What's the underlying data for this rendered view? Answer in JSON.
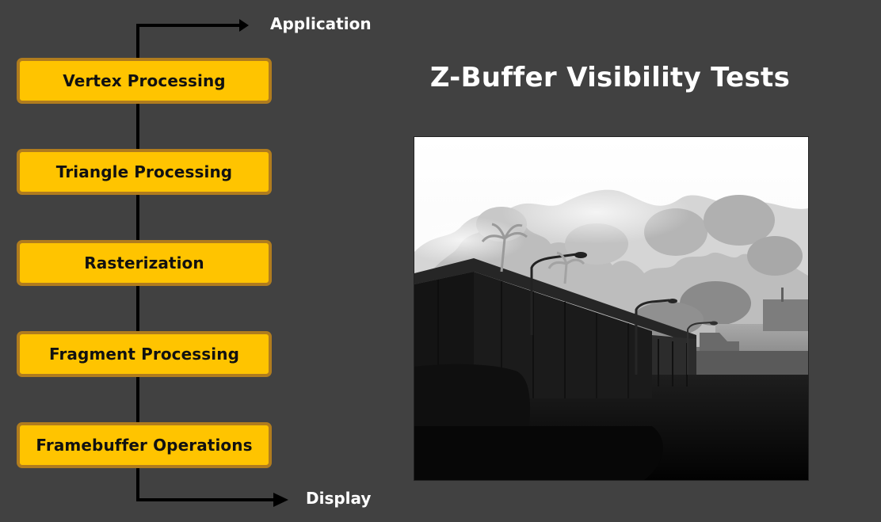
{
  "pipeline": {
    "input_label": "Application",
    "output_label": "Display",
    "stages": [
      "Vertex Processing",
      "Triangle Processing",
      "Rasterization",
      "Fragment Processing",
      "Framebuffer Operations"
    ]
  },
  "slide": {
    "title": "Z-Buffer Visibility Tests"
  },
  "colors": {
    "background": "#414141",
    "stage_fill": "#ffc400",
    "stage_border": "#b07c1e",
    "text_light": "#ffffff"
  }
}
